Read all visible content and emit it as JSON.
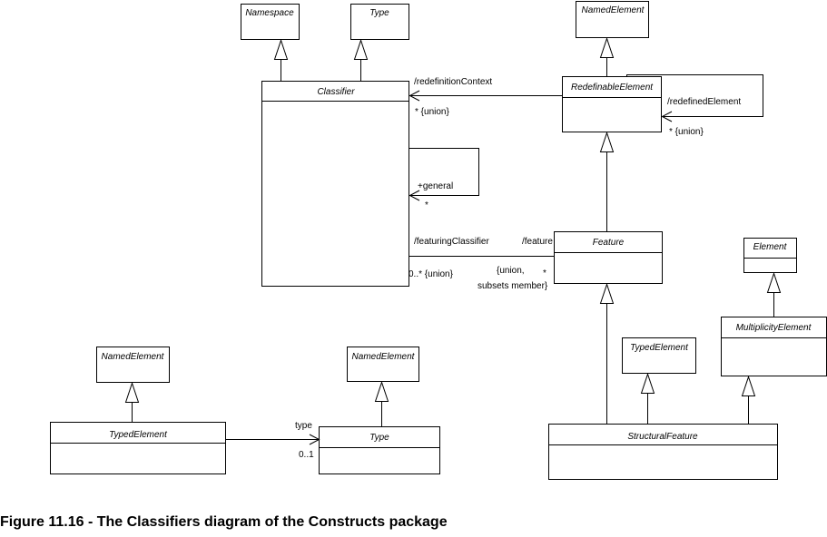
{
  "classes": {
    "namespace": "Namespace",
    "type_top": "Type",
    "named_element_top": "NamedElement",
    "classifier": "Classifier",
    "redefinable_element": "RedefinableElement",
    "feature": "Feature",
    "element": "Element",
    "multiplicity_element": "MultiplicityElement",
    "typed_element_right": "TypedElement",
    "structural_feature": "StructuralFeature",
    "named_element_left": "NamedElement",
    "named_element_mid": "NamedElement",
    "typed_element_left": "TypedElement",
    "type_bottom": "Type"
  },
  "labels": {
    "redefinition_context": "/redefinitionContext",
    "union_classifier": "* {union}",
    "redefined_element": "/redefinedElement",
    "union_redefinable": "* {union}",
    "general": "+general",
    "general_mult": "*",
    "featuring_classifier": "/featuringClassifier",
    "feature_role": "/feature",
    "featuring_mult": "0..* {union}",
    "feature_constraint_1": "{union,",
    "feature_mult": "*",
    "feature_constraint_2": "subsets member}",
    "type_role": "type",
    "type_mult": "0..1"
  },
  "caption": "Figure 11.16 - The Classifiers diagram of the Constructs package"
}
